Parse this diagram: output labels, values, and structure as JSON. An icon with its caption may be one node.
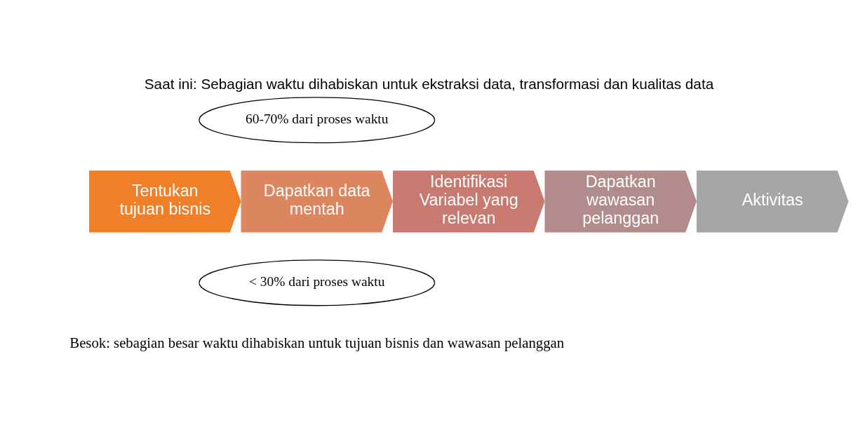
{
  "diagram": {
    "title": "Saat ini: Sebagian waktu dihabiskan untuk ekstraksi data, transformasi dan kualitas data",
    "caption": "Besok: sebagian besar waktu dihabiskan untuk tujuan bisnis dan wawasan pelanggan",
    "nodes": [
      {
        "text": [
          "60-70% dari proses waktu"
        ]
      },
      {
        "text": [
          "Tentukan tujuan bisnis"
        ]
      },
      {
        "text": [
          "Dapatkan data mentah"
        ]
      },
      {
        "text": [
          "Identifikasi Variabel yang relevan"
        ]
      },
      {
        "text": [
          "Dapatkan wawasan pelanggan"
        ]
      },
      {
        "text": [
          "Aktivitas"
        ]
      },
      {
        "text": [
          "< 30% dari proses waktu"
        ]
      }
    ]
  }
}
